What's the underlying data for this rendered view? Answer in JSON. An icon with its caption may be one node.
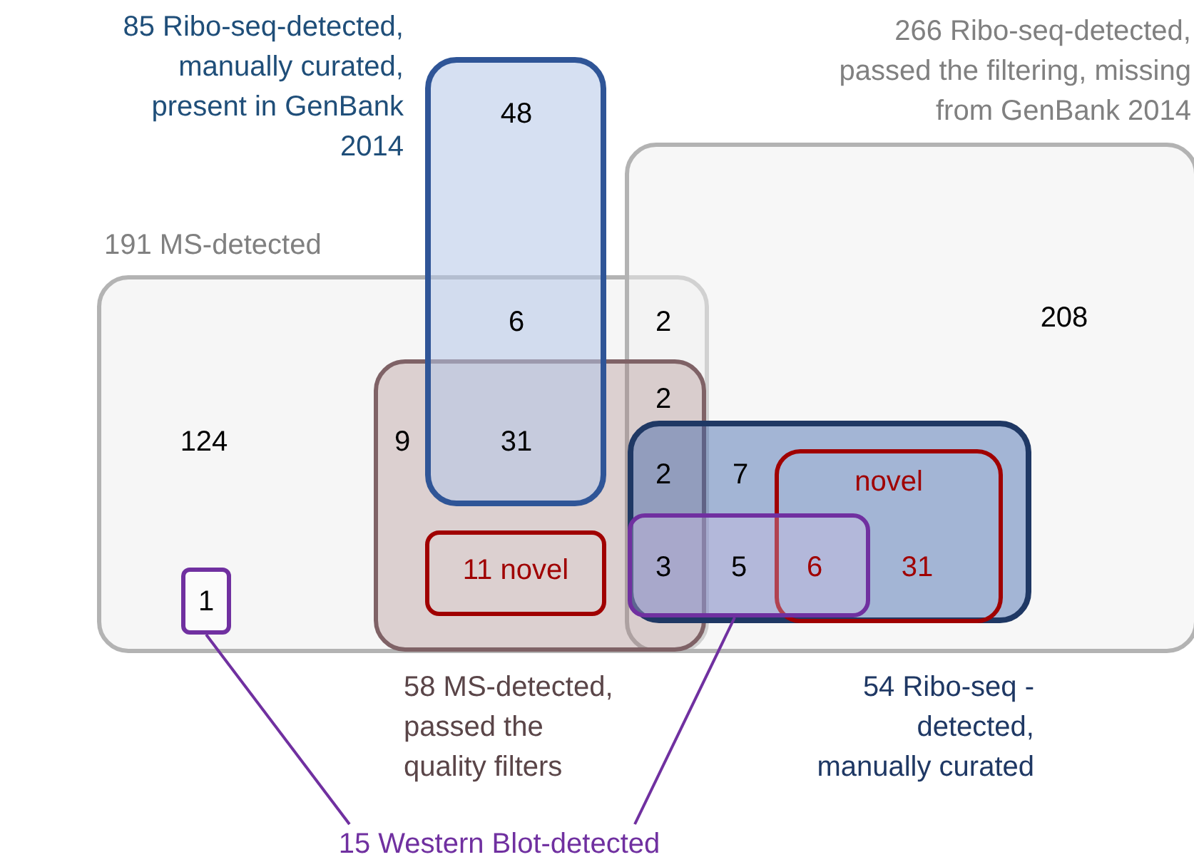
{
  "diagram": {
    "nodes": [
      {
        "text": [
          "85 Ribo-seq-detected, manually curated, present in GenBank 2014"
        ]
      },
      {
        "text": [
          "266 Ribo-seq-detected, passed the filtering, missing from GenBank 2014"
        ]
      },
      {
        "text": [
          "191 MS-detected"
        ]
      },
      {
        "text": [
          "58 MS-detected, passed the quality filters"
        ],
        "in": 2
      },
      {
        "text": [
          "54 Ribo-seq -detected, manually curated"
        ],
        "in": 1
      },
      {
        "text": [
          "11 novel"
        ],
        "in": 3
      },
      {
        "text": [
          "novel"
        ],
        "in": 4
      },
      {
        "text": [
          "1"
        ],
        "in": 2
      },
      {
        "text": [],
        "shape": "box",
        "in": 4
      },
      {
        "text": [
          "15 Western Blot-detected"
        ]
      }
    ],
    "edges": [
      {
        "from": 9,
        "to": 7,
        "arrow": "none"
      },
      {
        "from": 9,
        "to": 8,
        "arrow": "none"
      }
    ],
    "labels": [
      "48",
      "6",
      "2",
      "208",
      "2",
      "124",
      "9",
      "31",
      "2",
      "7",
      "3",
      "5",
      "6",
      "31"
    ]
  }
}
